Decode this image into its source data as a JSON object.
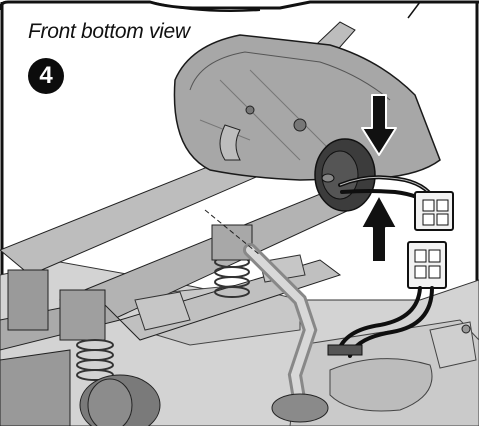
{
  "caption": {
    "view_label": "Front bottom view",
    "step_number": "4"
  },
  "colors": {
    "line": "#111111",
    "frame_gray": "#b9b9b9",
    "housing_gray": "#a5a5a5",
    "dark_gray": "#4a4a4a",
    "connector_white": "#f2f2f2",
    "background": "#ffffff"
  },
  "icons": {
    "step_badge": "black-circle-number",
    "press_arrows": "arrow-down-and-arrow-up"
  }
}
